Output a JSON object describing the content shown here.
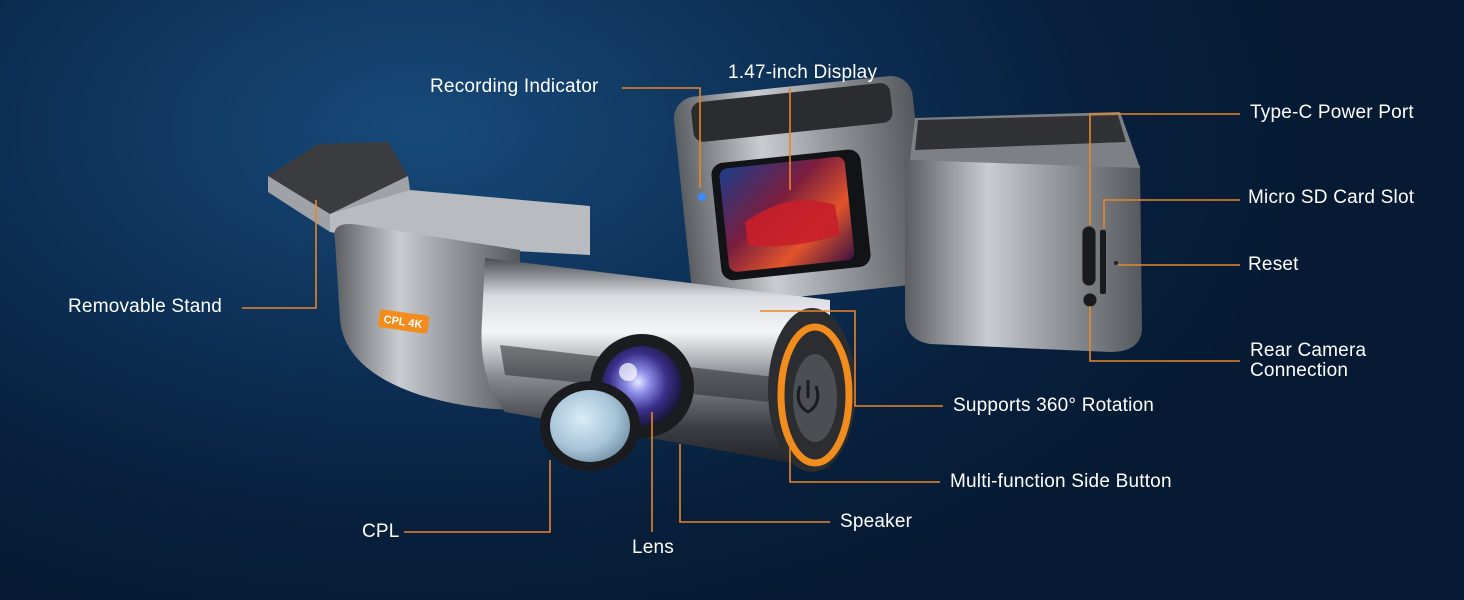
{
  "badge": {
    "text": "CPL 4K"
  },
  "callouts": [
    {
      "id": "recording-indicator",
      "text": "Recording Indicator"
    },
    {
      "id": "display",
      "text": "1.47-inch Display"
    },
    {
      "id": "type-c-power-port",
      "text": "Type-C Power Port"
    },
    {
      "id": "micro-sd-card-slot",
      "text": "Micro SD Card Slot"
    },
    {
      "id": "reset",
      "text": "Reset"
    },
    {
      "id": "rear-camera-connection",
      "text": "Rear Camera Connection"
    },
    {
      "id": "removable-stand",
      "text": "Removable Stand"
    },
    {
      "id": "supports-360-rotation",
      "text": "Supports 360° Rotation"
    },
    {
      "id": "multi-function-side-button",
      "text": "Multi-function Side Button"
    },
    {
      "id": "speaker",
      "text": "Speaker"
    },
    {
      "id": "cpl",
      "text": "CPL"
    },
    {
      "id": "lens",
      "text": "Lens"
    }
  ],
  "colors": {
    "leader_line": "#e8852a",
    "accent": "#f28c1c",
    "label_text": "#ffffff",
    "background": "#0a2744"
  }
}
